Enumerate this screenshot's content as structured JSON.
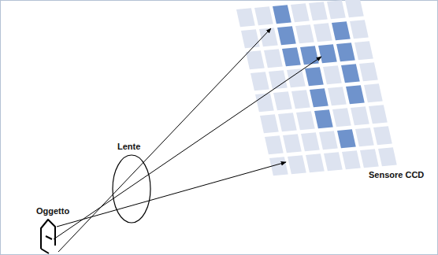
{
  "diagram": {
    "labels": [
      "Lente",
      "Oggetto",
      "Sensore CCD"
    ]
  }
}
